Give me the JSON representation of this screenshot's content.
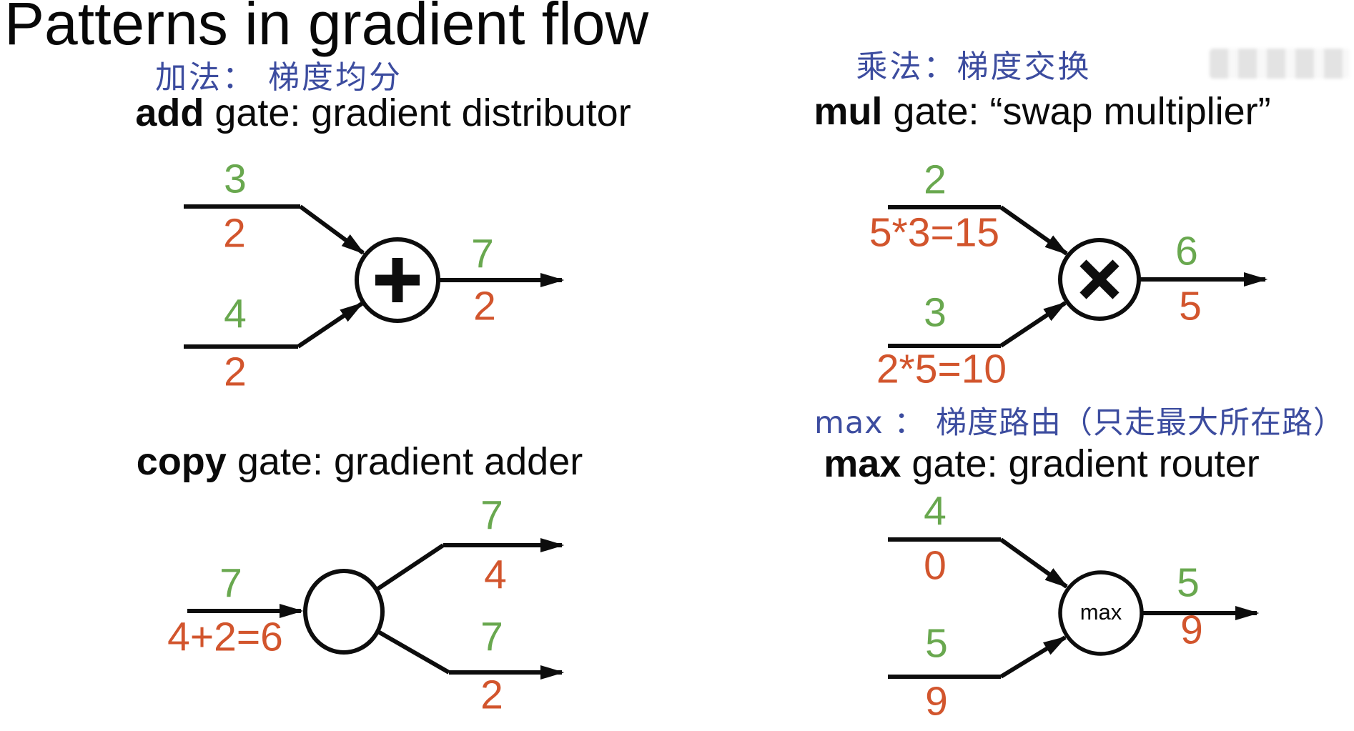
{
  "title": "Patterns in gradient flow",
  "colors": {
    "forward_value_green": "#69a84f",
    "gradient_orange": "#d2552d",
    "handwriting_blue": "#3c4c9f",
    "diagram_black": "#0d0d0d"
  },
  "gates": {
    "add": {
      "annotation_zh": "加法： 梯度均分",
      "heading": {
        "keyword": "add",
        "rest": " gate: gradient distributor"
      },
      "operator": "+",
      "inputs": [
        {
          "value": "3",
          "gradient": "2"
        },
        {
          "value": "4",
          "gradient": "2"
        }
      ],
      "output": {
        "value": "7",
        "gradient": "2"
      }
    },
    "mul": {
      "annotation_zh": "乘法：梯度交换",
      "heading": {
        "keyword": "mul",
        "rest": " gate: “swap multiplier”"
      },
      "operator": "×",
      "inputs": [
        {
          "value": "2",
          "gradient": "5*3=15"
        },
        {
          "value": "3",
          "gradient": "2*5=10"
        }
      ],
      "output": {
        "value": "6",
        "gradient": "5"
      }
    },
    "copy": {
      "heading": {
        "keyword": "copy",
        "rest": " gate: gradient adder"
      },
      "operator": "",
      "inputs": [
        {
          "value": "7",
          "gradient": "4+2=6"
        }
      ],
      "outputs": [
        {
          "value": "7",
          "gradient": "4"
        },
        {
          "value": "7",
          "gradient": "2"
        }
      ]
    },
    "max": {
      "annotation_zh": "max ： 梯度路由（只走最大所在路）",
      "heading": {
        "keyword": "max",
        "rest": " gate: gradient router"
      },
      "operator": "max",
      "inputs": [
        {
          "value": "4",
          "gradient": "0"
        },
        {
          "value": "5",
          "gradient": "9"
        }
      ],
      "output": {
        "value": "5",
        "gradient": "9"
      }
    }
  }
}
